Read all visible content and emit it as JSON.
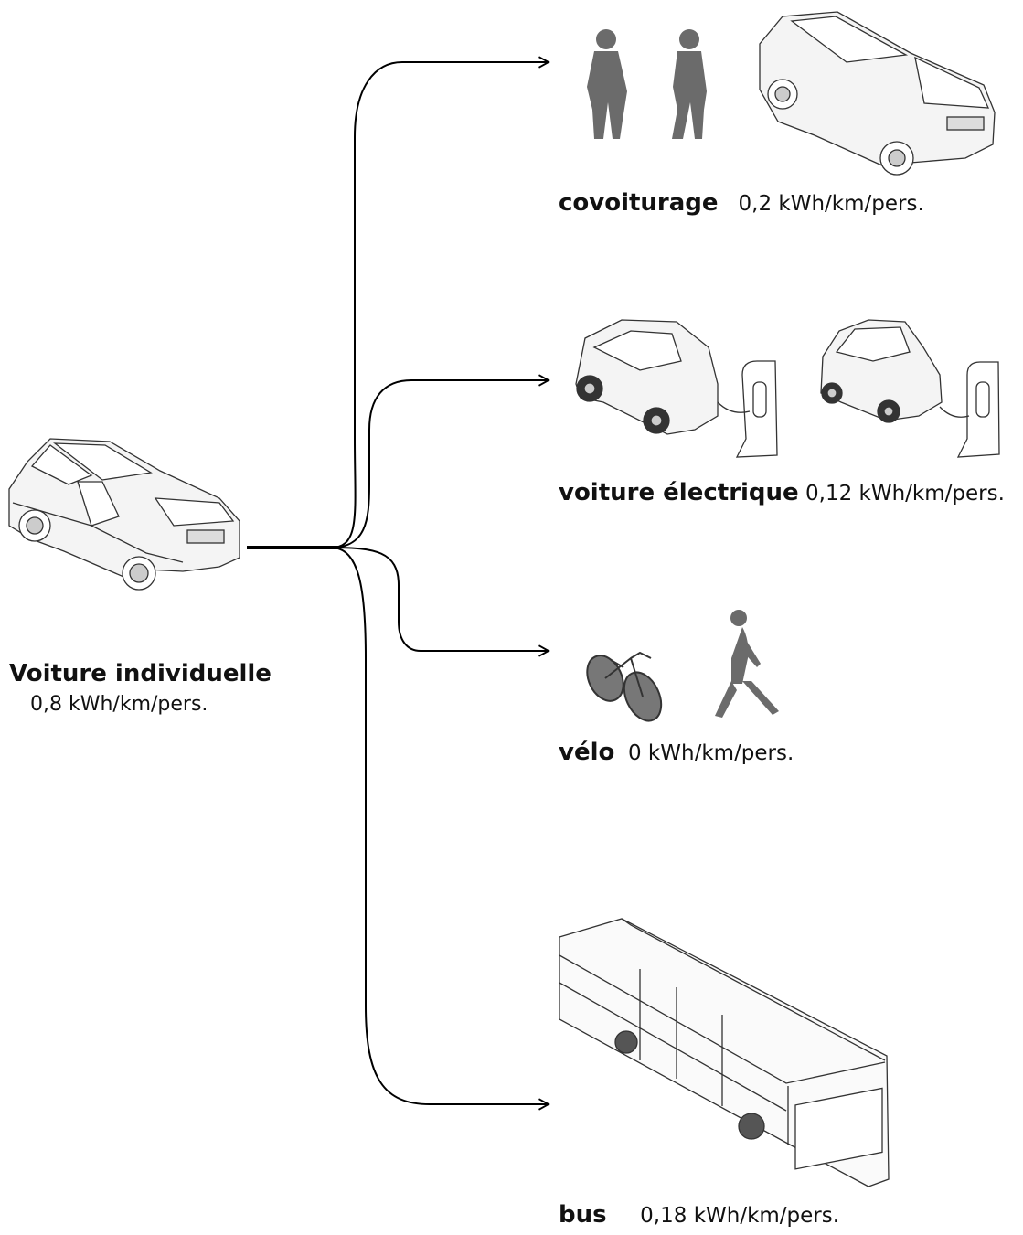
{
  "source": {
    "name": "Voiture individuelle",
    "value": "0,8 kWh/km/pers."
  },
  "options": [
    {
      "name": "covoiturage",
      "value": "0,2 kWh/km/pers."
    },
    {
      "name": "voiture électrique",
      "value": "0,12 kWh/km/pers."
    },
    {
      "name": "vélo",
      "value": "0 kWh/km/pers."
    },
    {
      "name": "bus",
      "value": "0,18 kWh/km/pers."
    }
  ],
  "icons": [
    "car-icon",
    "person-icon",
    "electric-car-icon",
    "charging-station-icon",
    "bicycle-icon",
    "walking-person-icon",
    "bus-icon"
  ]
}
